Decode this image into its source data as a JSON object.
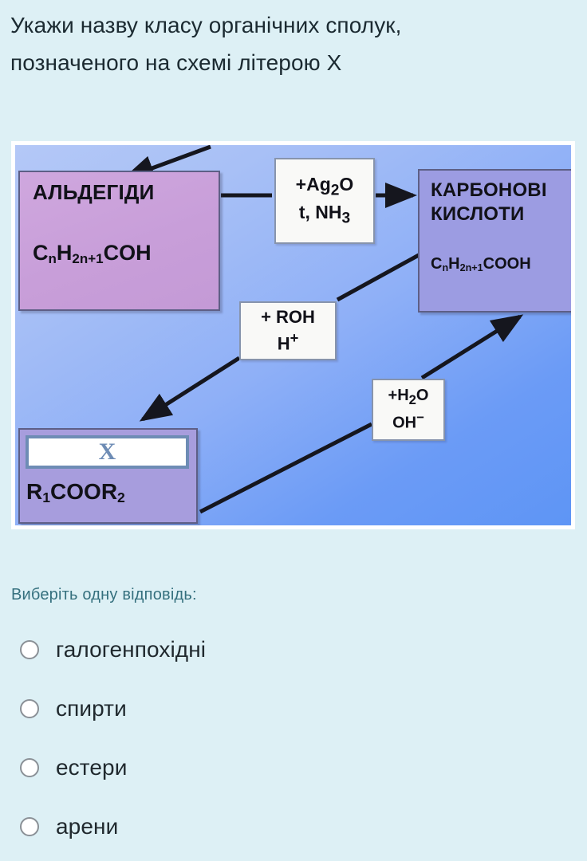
{
  "question": {
    "text": "Укажи назву класу органічних сполук, позначеного на схемі літерою X"
  },
  "diagram": {
    "nodes": {
      "aldehydes": {
        "title": "АЛЬДЕГІДИ",
        "formula_parts": [
          "C",
          "n",
          "H",
          "2n+1",
          "COH"
        ],
        "formula_plain": "CnH2n+1COH"
      },
      "acids": {
        "title_line1": "КАРБОНОВІ",
        "title_line2": "КИСЛОТИ",
        "formula_plain": "CnH2n+1COOH"
      },
      "unknown": {
        "marker": "X",
        "formula_plain": "R1COOR2"
      }
    },
    "reagents": {
      "ag2o": {
        "line1": "+Ag2O",
        "line2": "t, NH3"
      },
      "roh": {
        "line1": "+ ROH",
        "line2": "H+"
      },
      "h2o": {
        "line1": "+H2O",
        "line2": "OH-"
      }
    }
  },
  "answers": {
    "prompt": "Виберіть одну відповідь:",
    "options": [
      {
        "label": "галогенпохідні"
      },
      {
        "label": "спирти"
      },
      {
        "label": "естери"
      },
      {
        "label": "арени"
      }
    ]
  },
  "colors": {
    "page_background": "#ddf0f5",
    "prompt_text": "#35707e",
    "aldehyde_box": "#c89ed9",
    "acid_box": "#9c9ce2",
    "ester_box": "#a79ddd",
    "x_letter": "#6e8cb5"
  }
}
